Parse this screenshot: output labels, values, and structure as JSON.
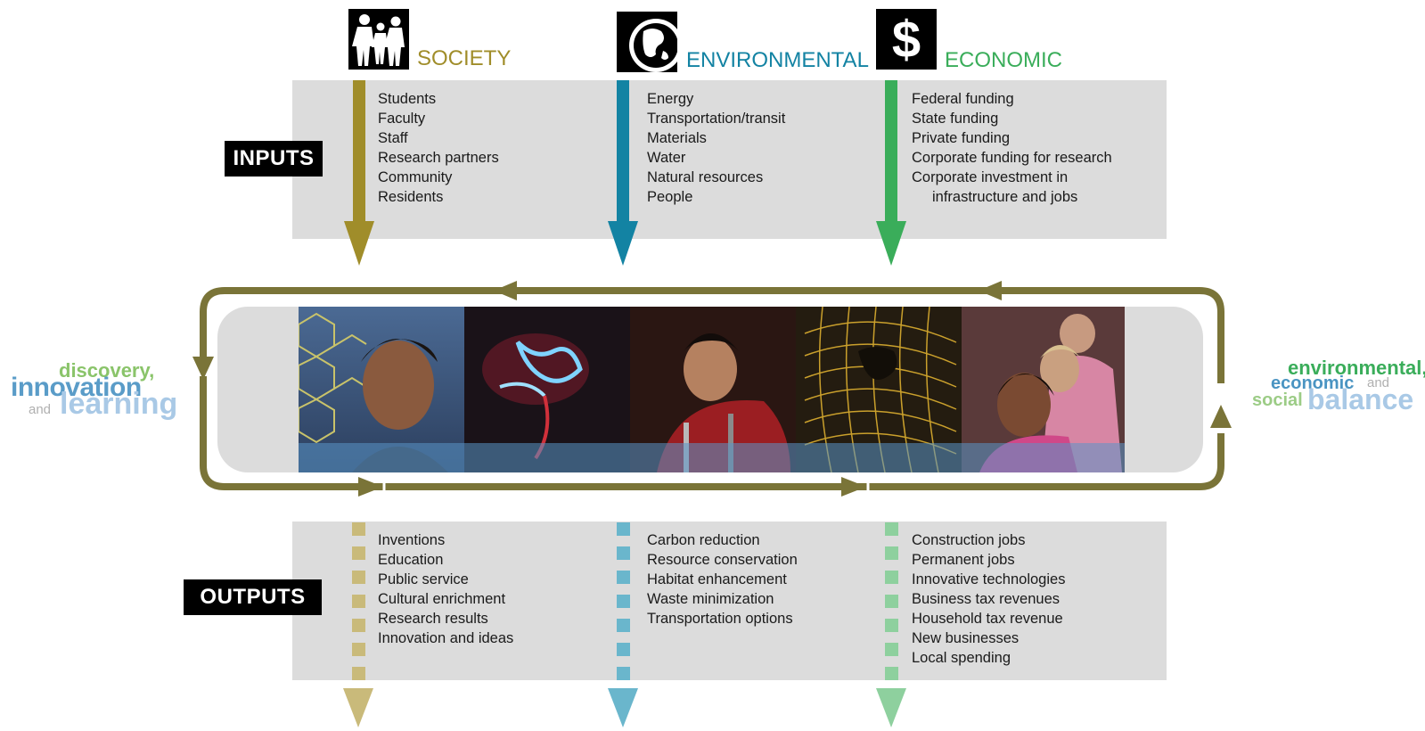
{
  "pillars": [
    {
      "title": "SOCIETY",
      "icon": "family-icon",
      "color": "#a08d2a"
    },
    {
      "title": "ENVIRONMENTAL",
      "icon": "globe-icon",
      "color": "#1383a3"
    },
    {
      "title": "ECONOMIC",
      "icon": "dollar-icon",
      "color": "#3aad5a"
    }
  ],
  "inputs": {
    "label": "INPUTS",
    "society": [
      "Students",
      "Faculty",
      "Staff",
      "Research partners",
      "Community",
      "Residents"
    ],
    "environmental": [
      "Energy",
      "Transportation/transit",
      "Materials",
      "Water",
      "Natural resources",
      "People"
    ],
    "economic": [
      "Federal funding",
      "State funding",
      "Private funding",
      "Corporate funding for research",
      "Corporate investment in",
      "infrastructure and jobs"
    ]
  },
  "outputs": {
    "label": "OUTPUTS",
    "society": [
      "Inventions",
      "Education",
      "Public service",
      "Cultural enrichment",
      "Research results",
      "Innovation and ideas"
    ],
    "environmental": [
      "Carbon reduction",
      "Resource conservation",
      "Habitat enhancement",
      "Waste minimization",
      "Transportation options"
    ],
    "economic": [
      "Construction jobs",
      "Permanent jobs",
      "Innovative technologies",
      "Business tax revenues",
      "Household tax revenue",
      "New businesses",
      "Local spending"
    ]
  },
  "left_words": {
    "w1": "discovery,",
    "w2": "innovation",
    "w3": "and",
    "w4": "learning"
  },
  "right_words": {
    "w1": "environmental,",
    "w2": "economic",
    "w3": "and",
    "w4": "social",
    "w5": "balance"
  },
  "colors": {
    "cycle": "#7a7438",
    "panel": "#dcdcdc"
  }
}
